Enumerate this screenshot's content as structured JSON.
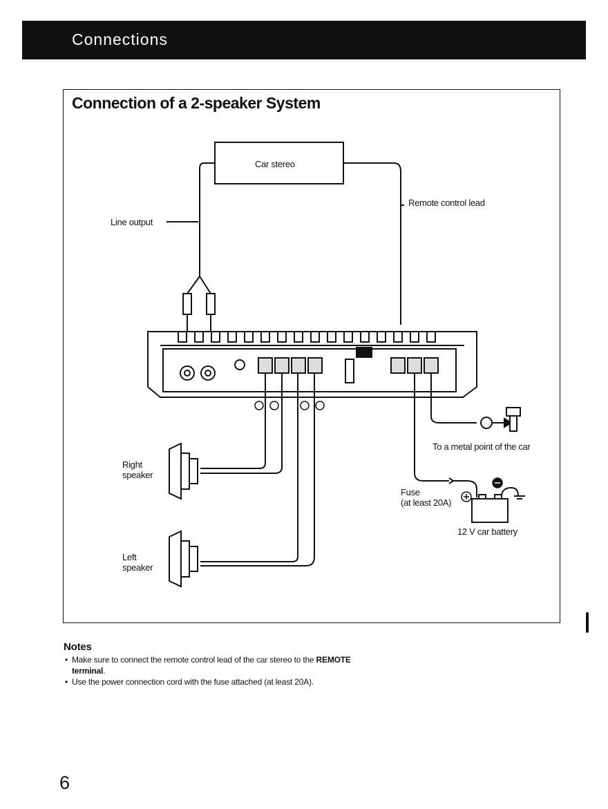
{
  "header": {
    "title": "Connections"
  },
  "diagram": {
    "title": "Connection of a 2-speaker System",
    "labels": {
      "car_stereo": "Car stereo",
      "remote_control_lead": "Remote control lead",
      "line_output": "Line output",
      "right_speaker": "Right\nspeaker",
      "left_speaker": "Left\nspeaker",
      "metal_point": "To a metal point of the car",
      "fuse": "Fuse\n(at least 20A)",
      "battery": "12 V car battery"
    }
  },
  "notes": {
    "title": "Notes",
    "item1_pre": "Make sure to connect the remote control lead of the car stereo to the ",
    "item1_bold": "REMOTE terminal",
    "item1_post": ".",
    "item2": "Use the power connection cord with the fuse attached (at least 20A)."
  },
  "page": {
    "number": "6"
  }
}
